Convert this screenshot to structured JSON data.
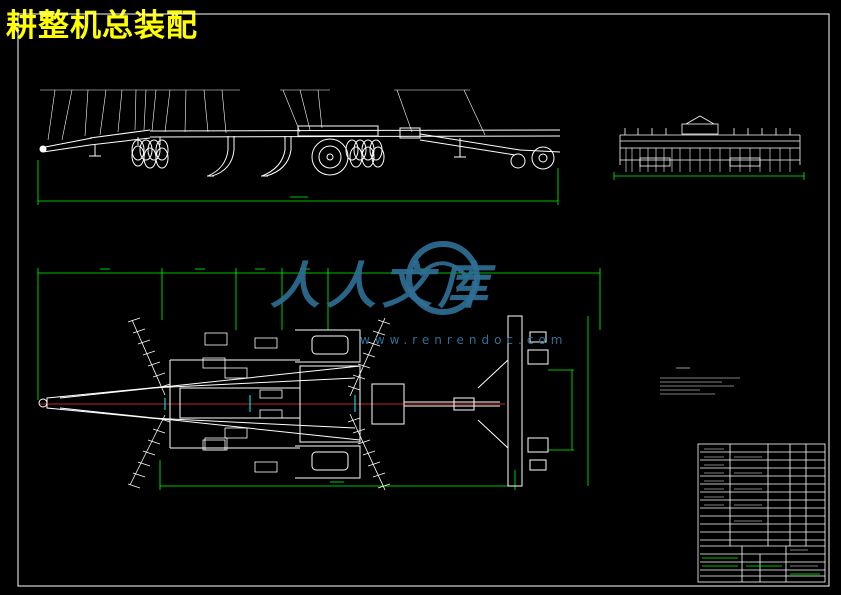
{
  "title": "耕整机总装配",
  "watermark": {
    "text": "人人文库",
    "url": "www.renrendoc.com"
  },
  "colors": {
    "background": "#000000",
    "line": "#ffffff",
    "title": "#ffff00",
    "dimension": "#00ff00",
    "centerline": "#ff3333",
    "accent": "#00ffff",
    "watermark": "#2f6f96"
  }
}
